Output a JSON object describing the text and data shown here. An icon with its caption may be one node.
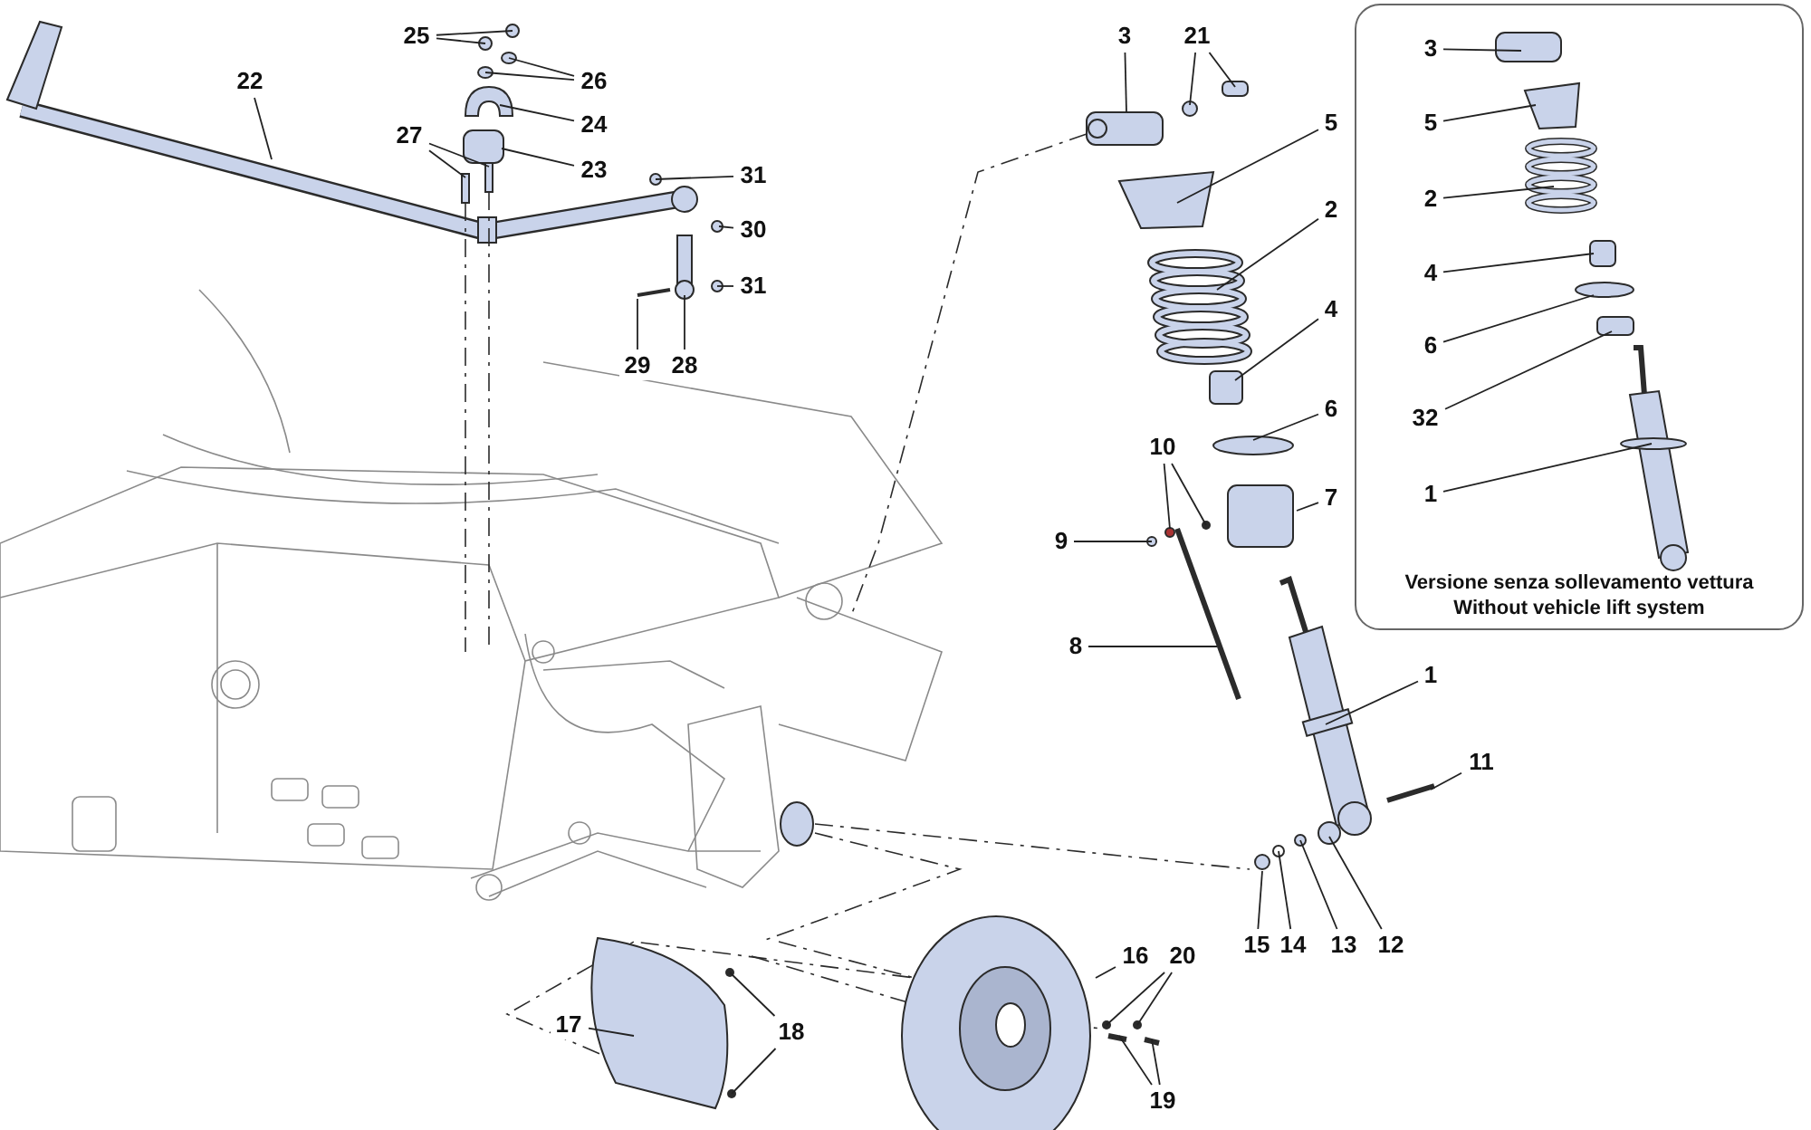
{
  "diagram": {
    "nodes": [
      {
        "text": [
          "22"
        ]
      },
      {
        "text": [
          "25"
        ]
      },
      {
        "text": [
          "26"
        ]
      },
      {
        "text": [
          "24"
        ]
      },
      {
        "text": [
          "23"
        ]
      },
      {
        "text": [
          "27"
        ]
      },
      {
        "text": [
          "31"
        ]
      },
      {
        "text": [
          "30"
        ]
      },
      {
        "text": [
          "31"
        ]
      },
      {
        "text": [
          "29"
        ]
      },
      {
        "text": [
          "28"
        ]
      },
      {
        "text": [
          "3"
        ]
      },
      {
        "text": [
          "21"
        ]
      },
      {
        "text": [
          "5"
        ]
      },
      {
        "text": [
          "2"
        ]
      },
      {
        "text": [
          "4"
        ]
      },
      {
        "text": [
          "6"
        ]
      },
      {
        "text": [
          "10"
        ]
      },
      {
        "text": [
          "9"
        ]
      },
      {
        "text": [
          "7"
        ]
      },
      {
        "text": [
          "8"
        ]
      },
      {
        "text": [
          "1"
        ]
      },
      {
        "text": [
          "11"
        ]
      },
      {
        "text": [
          "15"
        ]
      },
      {
        "text": [
          "14"
        ]
      },
      {
        "text": [
          "13"
        ]
      },
      {
        "text": [
          "12"
        ]
      },
      {
        "text": [
          "16"
        ]
      },
      {
        "text": [
          "20"
        ]
      },
      {
        "text": [
          "17"
        ]
      },
      {
        "text": [
          "18"
        ]
      },
      {
        "text": [
          "19"
        ]
      },
      {
        "text": [
          "Versione senza sollevamento vettura",
          "Without vehicle lift system"
        ]
      },
      {
        "text": [
          "3"
        ],
        "in": 32
      },
      {
        "text": [
          "5"
        ],
        "in": 32
      },
      {
        "text": [
          "2"
        ],
        "in": 32
      },
      {
        "text": [
          "4"
        ],
        "in": 32
      },
      {
        "text": [
          "6"
        ],
        "in": 32
      },
      {
        "text": [
          "32"
        ],
        "in": 32
      },
      {
        "text": [
          "1"
        ],
        "in": 32
      }
    ],
    "edges": [
      {
        "from": 0,
        "to": null,
        "arrow": "none"
      },
      {
        "from": 1,
        "to": null,
        "arrow": "none"
      },
      {
        "from": 1,
        "to": null,
        "arrow": "none"
      },
      {
        "from": 2,
        "to": null,
        "arrow": "none"
      },
      {
        "from": 2,
        "to": null,
        "arrow": "none"
      },
      {
        "from": 3,
        "to": null,
        "arrow": "none"
      },
      {
        "from": 4,
        "to": null,
        "arrow": "none"
      },
      {
        "from": 5,
        "to": null,
        "arrow": "none"
      },
      {
        "from": 5,
        "to": null,
        "arrow": "none"
      },
      {
        "from": 6,
        "to": null,
        "arrow": "none"
      },
      {
        "from": 7,
        "to": null,
        "arrow": "none"
      },
      {
        "from": 8,
        "to": null,
        "arrow": "none"
      },
      {
        "from": 9,
        "to": null,
        "arrow": "none"
      },
      {
        "from": 10,
        "to": null,
        "arrow": "none"
      },
      {
        "from": 11,
        "to": null,
        "arrow": "none"
      },
      {
        "from": 12,
        "to": null,
        "arrow": "none"
      },
      {
        "from": 12,
        "to": null,
        "arrow": "none"
      },
      {
        "from": 13,
        "to": null,
        "arrow": "none"
      },
      {
        "from": 14,
        "to": null,
        "arrow": "none"
      },
      {
        "from": 15,
        "to": null,
        "arrow": "none"
      },
      {
        "from": 16,
        "to": null,
        "arrow": "none"
      },
      {
        "from": 17,
        "to": null,
        "arrow": "none"
      },
      {
        "from": 17,
        "to": null,
        "arrow": "none"
      },
      {
        "from": 18,
        "to": null,
        "arrow": "none"
      },
      {
        "from": 19,
        "to": null,
        "arrow": "none"
      },
      {
        "from": 20,
        "to": null,
        "arrow": "none"
      },
      {
        "from": 21,
        "to": null,
        "arrow": "none"
      },
      {
        "from": 22,
        "to": null,
        "arrow": "none"
      },
      {
        "from": 23,
        "to": null,
        "arrow": "none"
      },
      {
        "from": 24,
        "to": null,
        "arrow": "none"
      },
      {
        "from": 25,
        "to": null,
        "arrow": "none"
      },
      {
        "from": 26,
        "to": null,
        "arrow": "none"
      },
      {
        "from": 27,
        "to": null,
        "arrow": "none"
      },
      {
        "from": 28,
        "to": null,
        "arrow": "none"
      },
      {
        "from": 28,
        "to": null,
        "arrow": "none"
      },
      {
        "from": 29,
        "to": null,
        "arrow": "none"
      },
      {
        "from": 30,
        "to": null,
        "arrow": "none"
      },
      {
        "from": 30,
        "to": null,
        "arrow": "none"
      },
      {
        "from": 31,
        "to": null,
        "arrow": "none"
      },
      {
        "from": 31,
        "to": null,
        "arrow": "none"
      },
      {
        "from": 33,
        "to": null,
        "arrow": "none"
      },
      {
        "from": 34,
        "to": null,
        "arrow": "none"
      },
      {
        "from": 35,
        "to": null,
        "arrow": "none"
      },
      {
        "from": 36,
        "to": null,
        "arrow": "none"
      },
      {
        "from": 37,
        "to": null,
        "arrow": "none"
      },
      {
        "from": 38,
        "to": null,
        "arrow": "none"
      },
      {
        "from": 39,
        "to": null,
        "arrow": "none"
      }
    ]
  }
}
